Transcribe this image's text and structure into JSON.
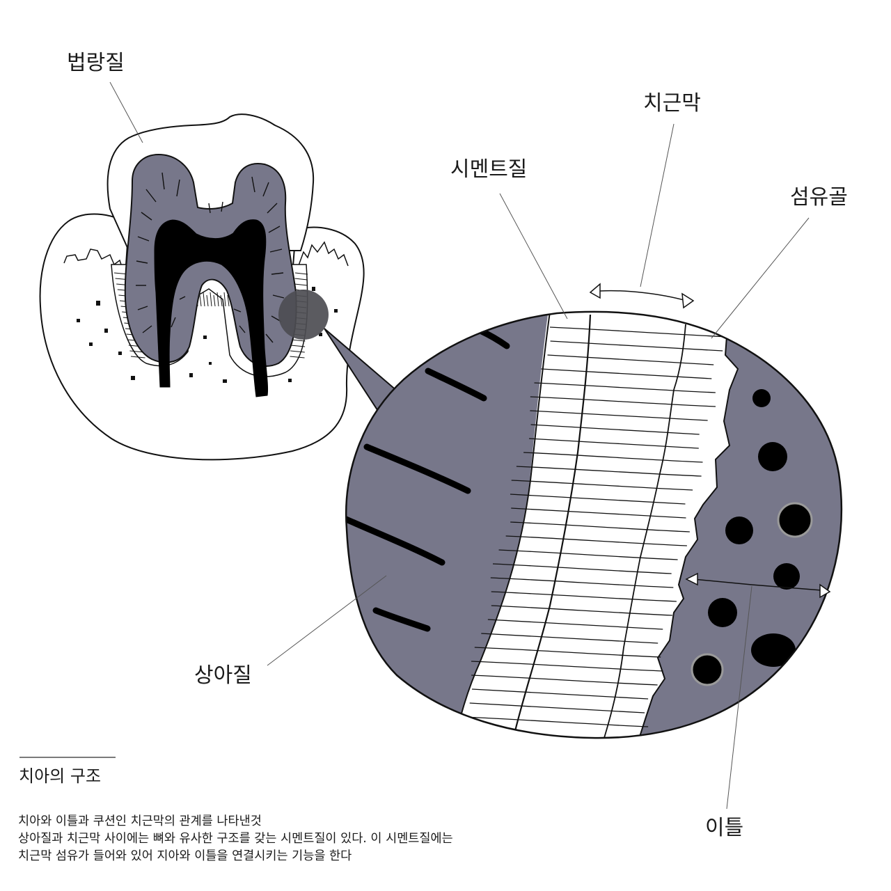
{
  "labels": {
    "enamel": "법랑질",
    "periodontal_ligament": "치근막",
    "cementum": "시멘트질",
    "fiber_bone": "섬유골",
    "dentin": "상아질",
    "gum": "이틀"
  },
  "caption": {
    "title": "치아의 구조",
    "lines": [
      "치아와 이틀과 쿠션인 치근막의 관계를 나타낸것",
      "상아질과 치근막 사이에는 뼈와 유사한 구조를 갖는 시멘트질이 있다. 이 시멘트질에는",
      "치근막 섬유가 들어와 있어 지아와 이틀을 연결시키는 기능을 한다"
    ]
  },
  "colors": {
    "dentin_gray": "#77778a",
    "pulp_black": "#000000",
    "magnifier_dark": "#4d4d52",
    "outline": "#111111",
    "leader_line": "#555555",
    "caption_rule": "#7a7a7a"
  },
  "icons": [
    "double-arrow-ligament-icon",
    "double-arrow-bone-icon"
  ]
}
